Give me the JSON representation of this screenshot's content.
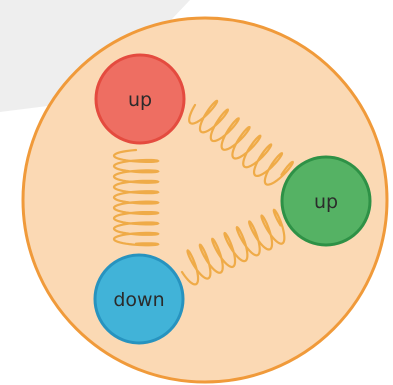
{
  "diagram": {
    "quarks": [
      {
        "label": "up",
        "color": "#ee6e62"
      },
      {
        "label": "up",
        "color": "#55b264"
      },
      {
        "label": "down",
        "color": "#41b3d8"
      }
    ],
    "colors": {
      "nucleon_fill": "#fbd9b4",
      "nucleon_border": "#f09a3a",
      "gluon_spring": "#efab48",
      "background_shape": "#eeeeee"
    }
  }
}
